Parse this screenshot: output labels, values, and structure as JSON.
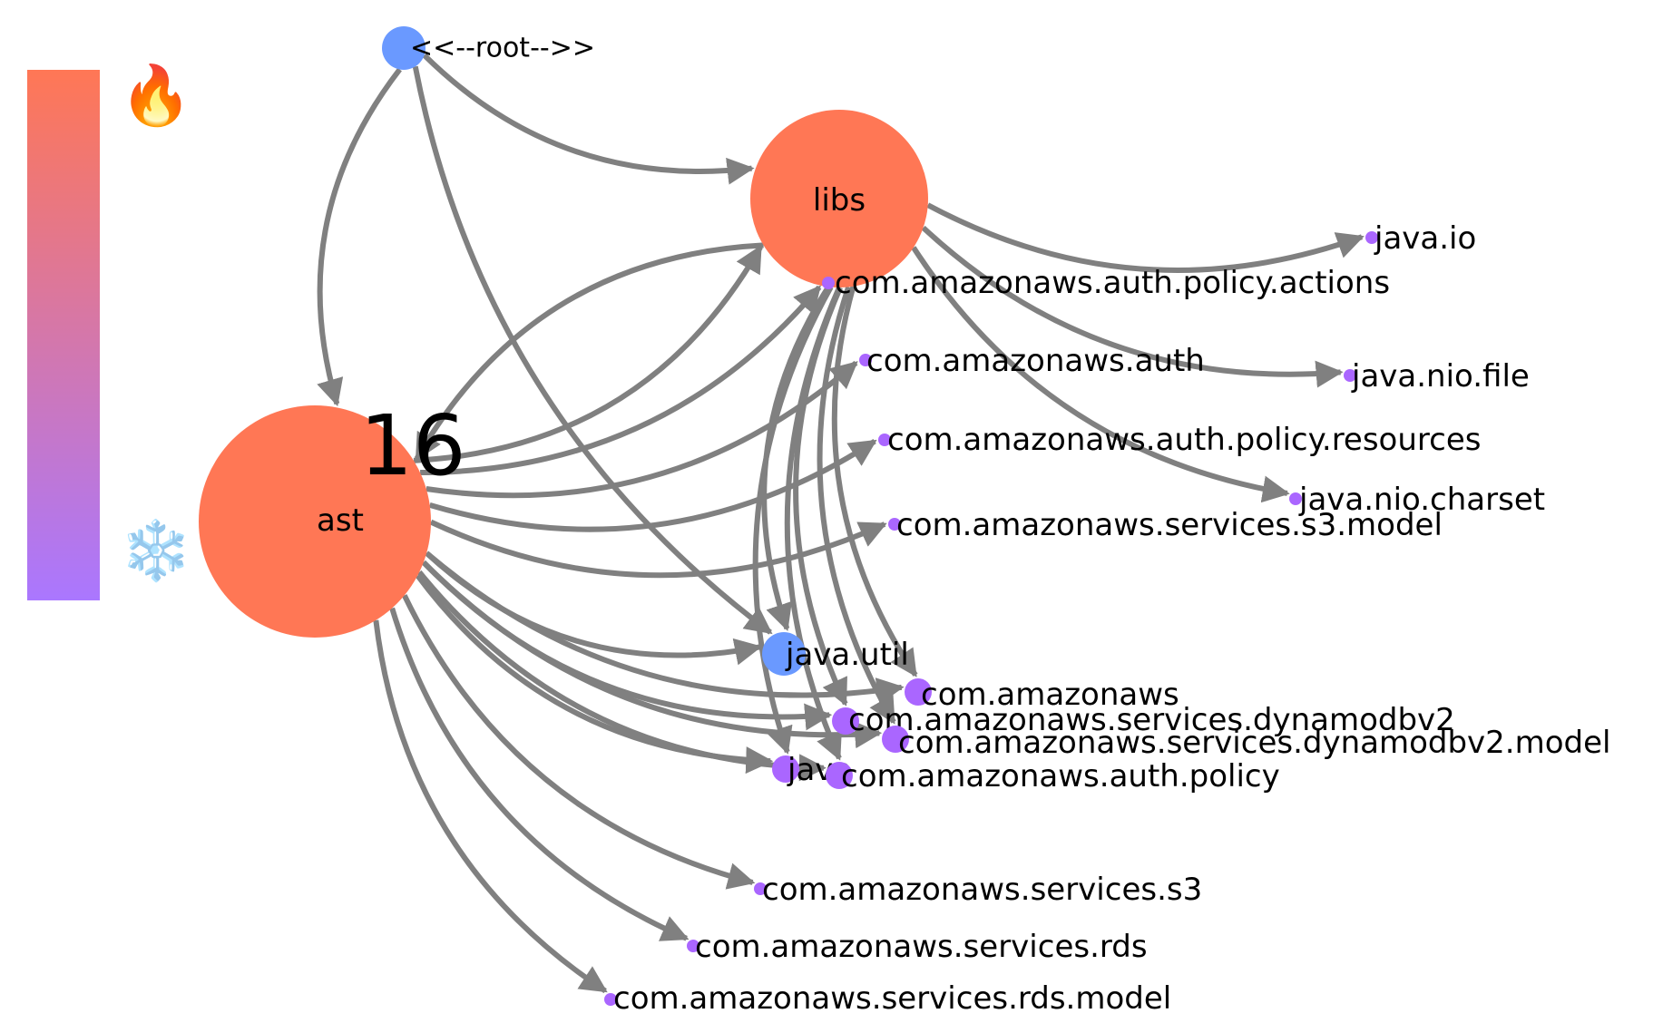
{
  "legend": {
    "hot_icon": "🔥",
    "cold_icon": "❄️",
    "hot_color": "#ff7755",
    "cold_color": "#aa77ff",
    "hot_icon_name": "fire-icon",
    "cold_icon_name": "snowflake-icon"
  },
  "badge": "16",
  "colors": {
    "hot": "#ff7755",
    "package": "#aa66ff",
    "blue": "#6a99ff",
    "edge": "#808080"
  },
  "nodes": [
    {
      "id": "root",
      "label": "<<--root-->>",
      "color": "blue",
      "size": "small"
    },
    {
      "id": "libs",
      "label": "libs",
      "color": "hot",
      "size": "large"
    },
    {
      "id": "ast",
      "label": "ast",
      "color": "hot",
      "size": "large"
    },
    {
      "id": "java_util",
      "label": "java.util",
      "color": "blue",
      "size": "medium"
    },
    {
      "id": "java_io",
      "label": "java.io",
      "color": "package",
      "size": "tiny"
    },
    {
      "id": "policy_actions",
      "label": "com.amazonaws.auth.policy.actions",
      "color": "package",
      "size": "tiny"
    },
    {
      "id": "java_nio_file",
      "label": "java.nio.file",
      "color": "package",
      "size": "tiny"
    },
    {
      "id": "auth",
      "label": "com.amazonaws.auth",
      "color": "package",
      "size": "tiny"
    },
    {
      "id": "policy_resources",
      "label": "com.amazonaws.auth.policy.resources",
      "color": "package",
      "size": "tiny"
    },
    {
      "id": "java_nio_charset",
      "label": "java.nio.charset",
      "color": "package",
      "size": "tiny"
    },
    {
      "id": "s3_model",
      "label": "com.amazonaws.services.s3.model",
      "color": "package",
      "size": "tiny"
    },
    {
      "id": "amazonaws",
      "label": "com.amazonaws",
      "color": "package",
      "size": "small"
    },
    {
      "id": "dynamodbv2",
      "label": "com.amazonaws.services.dynamodbv2",
      "color": "package",
      "size": "small"
    },
    {
      "id": "dynamodbv2_model",
      "label": "com.amazonaws.services.dynamodbv2.model",
      "color": "package",
      "size": "small"
    },
    {
      "id": "java",
      "label": "java",
      "color": "package",
      "size": "small"
    },
    {
      "id": "auth_policy",
      "label": "com.amazonaws.auth.policy",
      "color": "package",
      "size": "small"
    },
    {
      "id": "s3",
      "label": "com.amazonaws.services.s3",
      "color": "package",
      "size": "tiny"
    },
    {
      "id": "rds",
      "label": "com.amazonaws.services.rds",
      "color": "package",
      "size": "tiny"
    },
    {
      "id": "rds_model",
      "label": "com.amazonaws.services.rds.model",
      "color": "package",
      "size": "tiny"
    }
  ],
  "edges": [
    [
      "root",
      "libs"
    ],
    [
      "root",
      "ast"
    ],
    [
      "root",
      "java_util"
    ],
    [
      "ast",
      "libs"
    ],
    [
      "libs",
      "ast"
    ],
    [
      "libs",
      "java_io"
    ],
    [
      "libs",
      "java_nio_file"
    ],
    [
      "libs",
      "java_nio_charset"
    ],
    [
      "libs",
      "java_util"
    ],
    [
      "libs",
      "amazonaws"
    ],
    [
      "libs",
      "dynamodbv2"
    ],
    [
      "libs",
      "dynamodbv2_model"
    ],
    [
      "libs",
      "auth_policy"
    ],
    [
      "libs",
      "java"
    ],
    [
      "ast",
      "auth"
    ],
    [
      "ast",
      "policy_resources"
    ],
    [
      "ast",
      "s3_model"
    ],
    [
      "ast",
      "java_util"
    ],
    [
      "ast",
      "amazonaws"
    ],
    [
      "ast",
      "dynamodbv2"
    ],
    [
      "ast",
      "dynamodbv2_model"
    ],
    [
      "ast",
      "java"
    ],
    [
      "ast",
      "auth_policy"
    ],
    [
      "ast",
      "s3"
    ],
    [
      "ast",
      "rds"
    ],
    [
      "ast",
      "rds_model"
    ],
    [
      "ast",
      "policy_actions"
    ]
  ]
}
